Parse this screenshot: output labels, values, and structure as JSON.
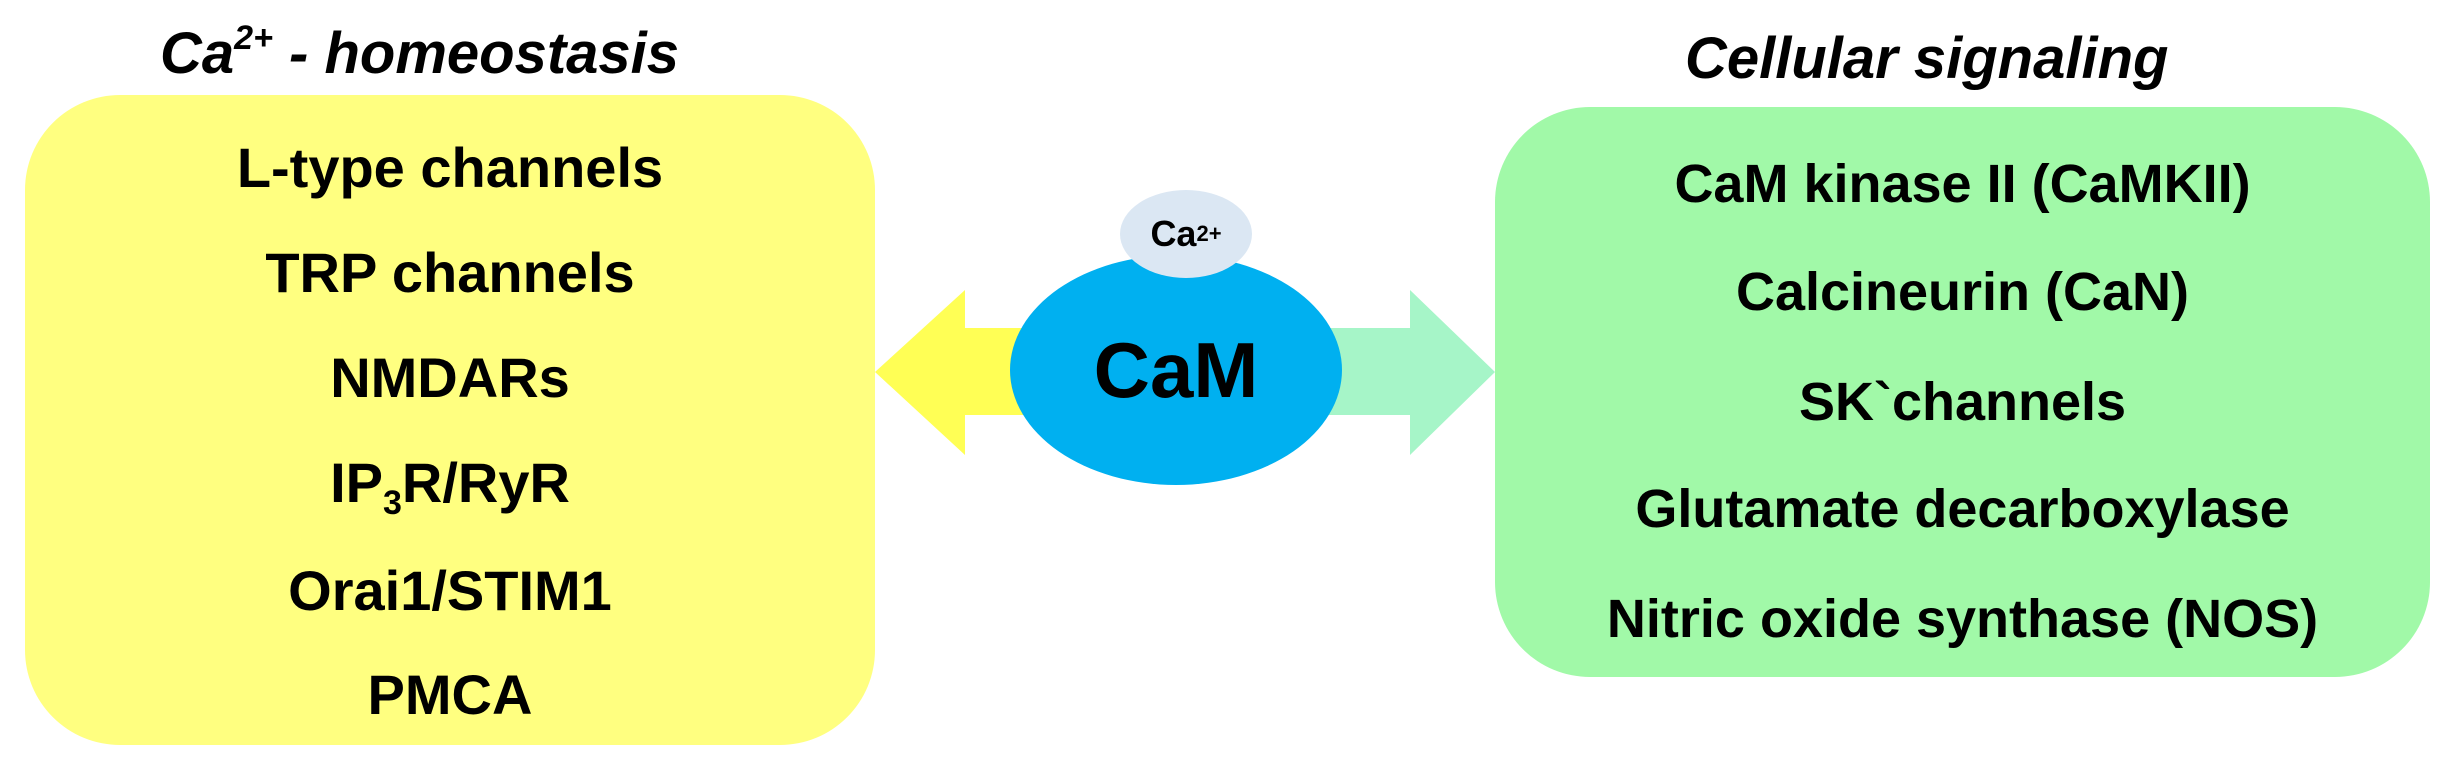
{
  "left_panel": {
    "heading_base": "Ca",
    "heading_sup": "2+",
    "heading_rest": " - homeostasis",
    "items": [
      {
        "text": "L-type channels"
      },
      {
        "text": "TRP channels"
      },
      {
        "text": "NMDARs"
      },
      {
        "text_a": "IP",
        "sub": "3",
        "text_b": "R/RyR"
      },
      {
        "text": "Orai1/STIM1"
      },
      {
        "text": "PMCA"
      }
    ],
    "color": "#ffff80"
  },
  "right_panel": {
    "heading": "Cellular signaling",
    "items": [
      {
        "text": "CaM kinase II (CaMKII)"
      },
      {
        "text": "Calcineurin (CaN)"
      },
      {
        "text": "SK`channels"
      },
      {
        "text": "Glutamate decarboxylase"
      },
      {
        "text": "Nitric oxide synthase (NOS)"
      }
    ],
    "color": "#a1f9a8"
  },
  "center": {
    "cam_label": "CaM",
    "ion_base": "Ca",
    "ion_sup": "2+",
    "cam_color": "#00b0f0",
    "ion_color": "#dbe7f3"
  },
  "arrows": {
    "left_color": "#ffff55",
    "right_color": "#a6f5c8"
  }
}
